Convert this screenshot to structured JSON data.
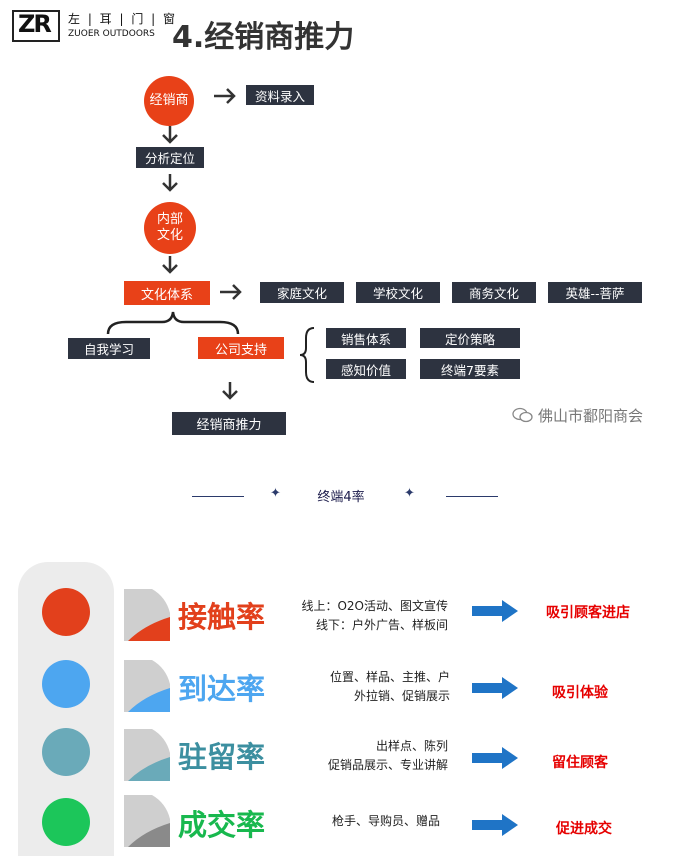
{
  "header": {
    "logo_mark": "ZR",
    "logo_cn": "左 | 耳 | 门 | 窗",
    "logo_en": "ZUOER OUTDOORS",
    "title": "4.经销商推力"
  },
  "flow": {
    "dealer": "经销商",
    "data_entry": "资料录入",
    "analysis": "分析定位",
    "internal_culture_l1": "内部",
    "internal_culture_l2": "文化",
    "culture_system": "文化体系",
    "culture_items": [
      "家庭文化",
      "学校文化",
      "商务文化",
      "英雄--菩萨"
    ],
    "self_study": "自我学习",
    "company_support": "公司支持",
    "support_items": [
      "销售体系",
      "定价策略",
      "感知价值",
      "终端7要素"
    ],
    "dealer_push": "经销商推力"
  },
  "watermark": "佛山市鄱阳商会",
  "divider": {
    "heading": "终端4率"
  },
  "rates": [
    {
      "name": "接触率",
      "desc_lines": [
        "线上：O2O活动、图文宣传",
        "线下：户外广告、样板间"
      ],
      "result": "吸引顾客进店",
      "lamp_color": "#e2401c",
      "name_color": "#e2401c"
    },
    {
      "name": "到达率",
      "desc_lines": [
        "位置、样品、主推、户",
        "外拉销、促销展示"
      ],
      "result": "吸引体验",
      "lamp_color": "#4da6f0",
      "name_color": "#4da6f0"
    },
    {
      "name": "驻留率",
      "desc_lines": [
        "出样点、陈列",
        "促销品展示、专业讲解"
      ],
      "result": "留住顾客",
      "lamp_color": "#6aaab9",
      "name_color": "#3c8fa0"
    },
    {
      "name": "成交率",
      "desc_lines": [
        "枪手、导购员、赠品"
      ],
      "result": "促进成交",
      "lamp_color": "#1cc65a",
      "name_color": "#18b84e"
    }
  ],
  "colors": {
    "accent": "#e84118",
    "dark_box": "#2d3340",
    "result_red": "#e60000",
    "arrow_blue": "#1f74c6"
  }
}
